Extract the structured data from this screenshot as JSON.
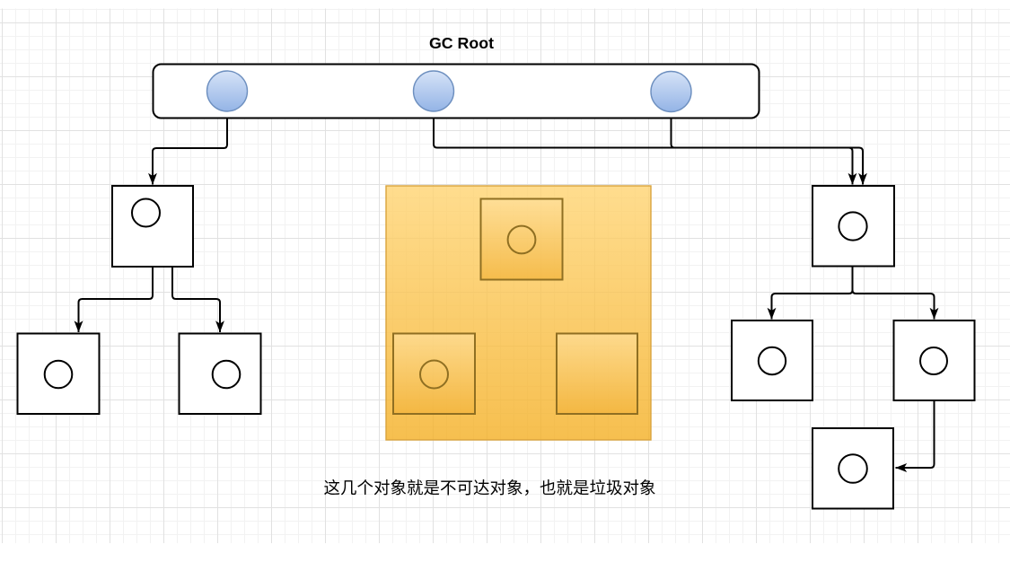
{
  "diagram": {
    "texts": {
      "title": "GC Root",
      "caption": "这几个对象就是不可达对象，也就是垃圾对象"
    },
    "colors": {
      "canvas_background": "#ffffff",
      "grid_minor": "#f2f2f2",
      "grid_major": "#e1e1e1",
      "edge_stroke": "#000000",
      "node_fill": "#ffffff",
      "node_stroke": "#000000",
      "root_handle_fill_top": "#d6e3f7",
      "root_handle_fill_bottom": "#94b4e6",
      "root_handle_stroke": "#6d8fbf",
      "garbage_area_fill_top": "#ffd472",
      "garbage_area_fill_bottom": "#f4af23",
      "garbage_area_stroke": "#d9a33c",
      "garbage_box_fill_top": "#ffe09c",
      "garbage_box_fill_bottom": "#f2b33a",
      "garbage_box_stroke": "#8f6f22"
    },
    "nodes": {
      "gc_root_container": "rounded rectangle with 3 reference handles",
      "root_handles": 3,
      "reachable_object_boxes": 7,
      "unreachable_object_boxes": 3,
      "unreachable_area": "orange highlighted region"
    },
    "edges": 8
  }
}
